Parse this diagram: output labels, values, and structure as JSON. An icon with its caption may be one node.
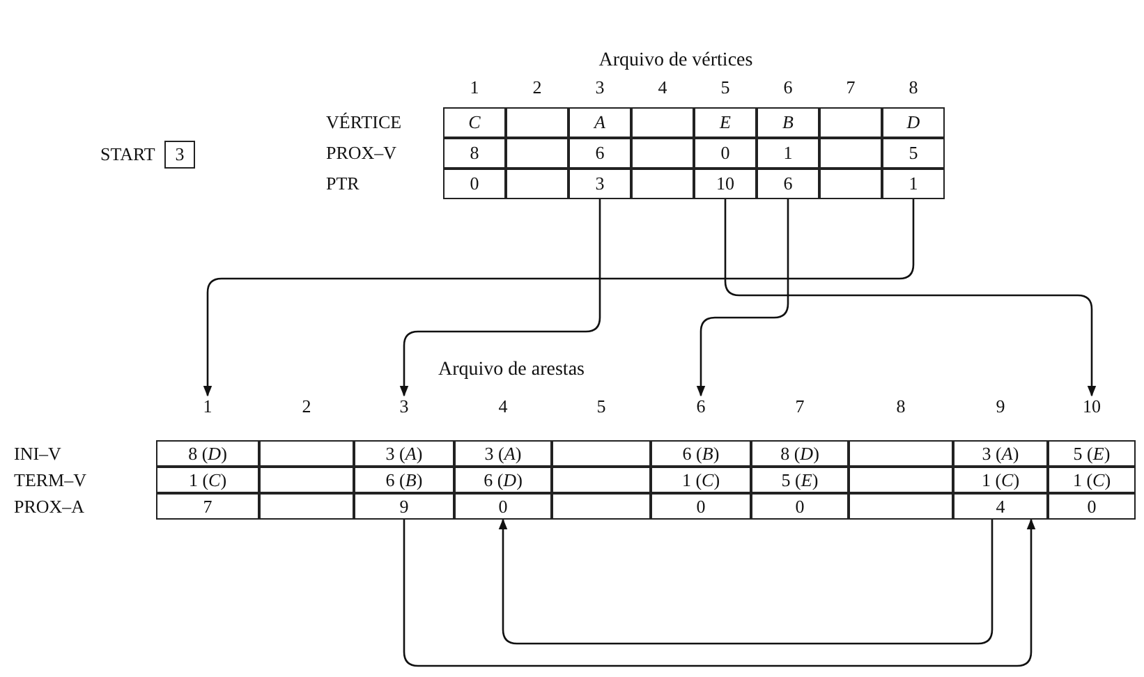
{
  "diagram": {
    "nodes": [
      {
        "text": [
          "3"
        ],
        "beside": [
          "START"
        ]
      },
      {
        "text": [
          "Arquivo de vértices"
        ]
      },
      {
        "text": [
          "C"
        ],
        "in": 1
      },
      {
        "text": [],
        "shape": "box",
        "in": 1
      },
      {
        "text": [
          "A"
        ],
        "in": 1
      },
      {
        "text": [],
        "shape": "box",
        "in": 1
      },
      {
        "text": [
          "E"
        ],
        "in": 1
      },
      {
        "text": [
          "B"
        ],
        "in": 1
      },
      {
        "text": [],
        "shape": "box",
        "in": 1
      },
      {
        "text": [
          "D"
        ],
        "in": 1
      },
      {
        "text": [
          "8"
        ],
        "in": 1
      },
      {
        "text": [],
        "shape": "box",
        "in": 1
      },
      {
        "text": [
          "6"
        ],
        "in": 1
      },
      {
        "text": [],
        "shape": "box",
        "in": 1
      },
      {
        "text": [
          "0"
        ],
        "in": 1
      },
      {
        "text": [
          "1"
        ],
        "in": 1
      },
      {
        "text": [],
        "shape": "box",
        "in": 1
      },
      {
        "text": [
          "5"
        ],
        "in": 1
      },
      {
        "text": [
          "0"
        ],
        "in": 1
      },
      {
        "text": [],
        "shape": "box",
        "in": 1
      },
      {
        "text": [
          "3"
        ],
        "in": 1
      },
      {
        "text": [],
        "shape": "box",
        "in": 1
      },
      {
        "text": [
          "10"
        ],
        "in": 1
      },
      {
        "text": [
          "6"
        ],
        "in": 1
      },
      {
        "text": [],
        "shape": "box",
        "in": 1
      },
      {
        "text": [
          "1"
        ],
        "in": 1
      },
      {
        "text": [
          "Arquivo de arestas"
        ]
      },
      {
        "text": [
          "1"
        ]
      },
      {
        "text": [
          "2"
        ]
      },
      {
        "text": [
          "3"
        ]
      },
      {
        "text": [
          "4"
        ]
      },
      {
        "text": [
          "5"
        ]
      },
      {
        "text": [
          "6"
        ]
      },
      {
        "text": [
          "7"
        ]
      },
      {
        "text": [
          "8"
        ]
      },
      {
        "text": [
          "9"
        ]
      },
      {
        "text": [
          "10"
        ]
      },
      {
        "text": [
          "8 (*D*)"
        ],
        "in": 26
      },
      {
        "text": [],
        "shape": "box",
        "in": 26
      },
      {
        "text": [
          "3 (*A*)"
        ],
        "in": 26
      },
      {
        "text": [
          "3 (*A*)"
        ],
        "in": 26
      },
      {
        "text": [],
        "shape": "box",
        "in": 26
      },
      {
        "text": [
          "6 (*B*)"
        ],
        "in": 26
      },
      {
        "text": [
          "8 (*D*)"
        ],
        "in": 26
      },
      {
        "text": [],
        "shape": "box",
        "in": 26
      },
      {
        "text": [
          "3 (*A*)"
        ],
        "in": 26
      },
      {
        "text": [
          "5 (*E*)"
        ],
        "in": 26
      },
      {
        "text": [
          "1 (*C*)"
        ],
        "in": 26
      },
      {
        "text": [],
        "shape": "box",
        "in": 26
      },
      {
        "text": [
          "6 (*B*)"
        ],
        "in": 26
      },
      {
        "text": [
          "6 (*D*)"
        ],
        "in": 26
      },
      {
        "text": [],
        "shape": "box",
        "in": 26
      },
      {
        "text": [
          "1 (*C*)"
        ],
        "in": 26
      },
      {
        "text": [
          "5 (*E*)"
        ],
        "in": 26
      },
      {
        "text": [],
        "shape": "box",
        "in": 26
      },
      {
        "text": [
          "1 (*C*)"
        ],
        "in": 26
      },
      {
        "text": [
          "1 (*C*)"
        ],
        "in": 26
      },
      {
        "text": [
          "7"
        ],
        "in": 26
      },
      {
        "text": [],
        "shape": "box",
        "in": 26
      },
      {
        "text": [
          "9"
        ],
        "in": 26
      },
      {
        "text": [
          "0"
        ],
        "in": 26
      },
      {
        "text": [],
        "shape": "box",
        "in": 26
      },
      {
        "text": [
          "0"
        ],
        "in": 26
      },
      {
        "text": [
          "0"
        ],
        "in": 26
      },
      {
        "text": [],
        "shape": "box",
        "in": 26
      },
      {
        "text": [
          "4"
        ],
        "in": 26
      },
      {
        "text": [
          "0"
        ],
        "in": 26
      }
    ],
    "edges": [
      {
        "from": 25,
        "to": 27,
        "arrow": "to"
      },
      {
        "from": 20,
        "to": 29,
        "arrow": "to"
      },
      {
        "from": 23,
        "to": 32,
        "arrow": "to"
      },
      {
        "from": 22,
        "to": 36,
        "arrow": "to"
      },
      {
        "from": 59,
        "to": 65,
        "arrow": "to"
      },
      {
        "from": 65,
        "to": 60,
        "arrow": "to"
      }
    ],
    "labels": [
      "1",
      "2",
      "3",
      "4",
      "5",
      "6",
      "7",
      "8",
      "VÉRTICE",
      "PROX–V",
      "PTR",
      "INI–V",
      "TERM–V",
      "PROX–A"
    ]
  }
}
